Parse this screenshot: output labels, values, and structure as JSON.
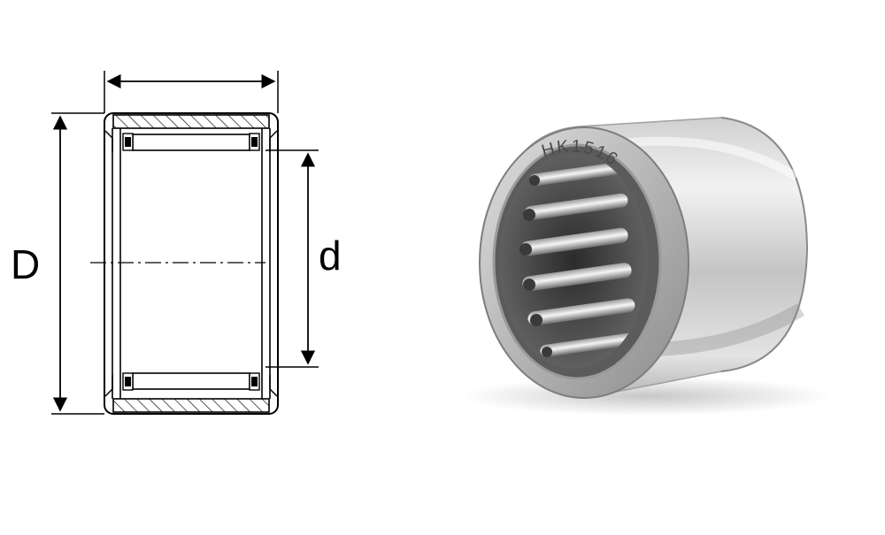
{
  "diagram": {
    "dimensions": {
      "outer_label": "D",
      "inner_label": "d"
    }
  },
  "photo": {
    "marking": "HK1516"
  },
  "colors": {
    "line": "#000000",
    "steel_light": "#e6e6e6",
    "steel_dark": "#8f8f8f"
  }
}
